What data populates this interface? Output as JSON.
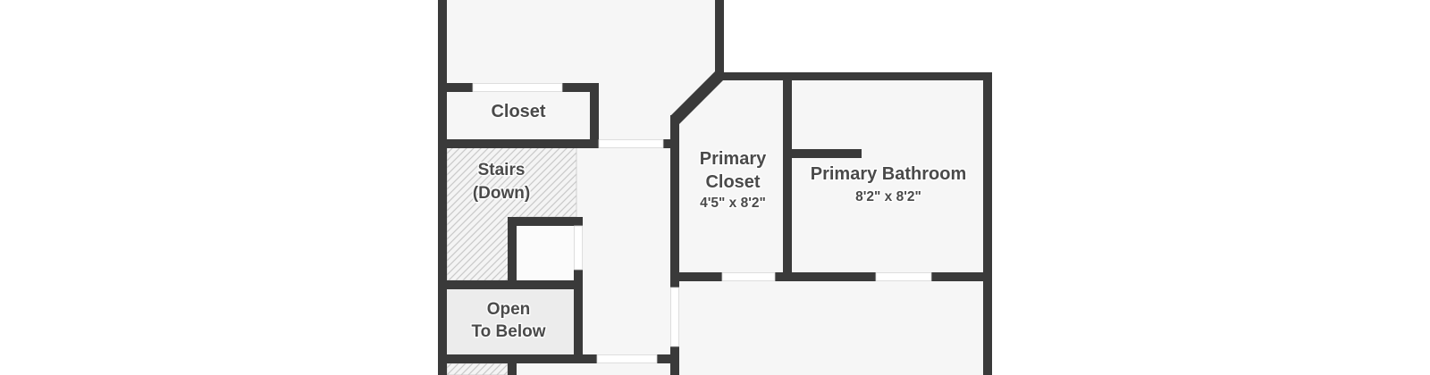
{
  "plan": {
    "type": "floorplan",
    "colors": {
      "background": "#ffffff",
      "floor": "#f6f6f6",
      "wall": "#3a3a3a",
      "hatch_line": "#c9c9c9",
      "hatch_background": "#f4f4f4",
      "open_to_below_fill": "#ececec",
      "door_opening_fill": "#ffffff",
      "label_text": "#4a4a4a"
    },
    "rooms": [
      {
        "name": "closet",
        "label": "Closet"
      },
      {
        "name": "stairs-down",
        "label": "Stairs",
        "sublabel": "(Down)"
      },
      {
        "name": "open-to-below",
        "label": "Open",
        "sublabel": "To Below"
      },
      {
        "name": "primary-closet",
        "label": "Primary",
        "label2": "Closet",
        "dimensions": "4'5\" x 8'2\""
      },
      {
        "name": "primary-bathroom",
        "label": "Primary Bathroom",
        "dimensions": "8'2\" x 8'2\""
      }
    ]
  }
}
